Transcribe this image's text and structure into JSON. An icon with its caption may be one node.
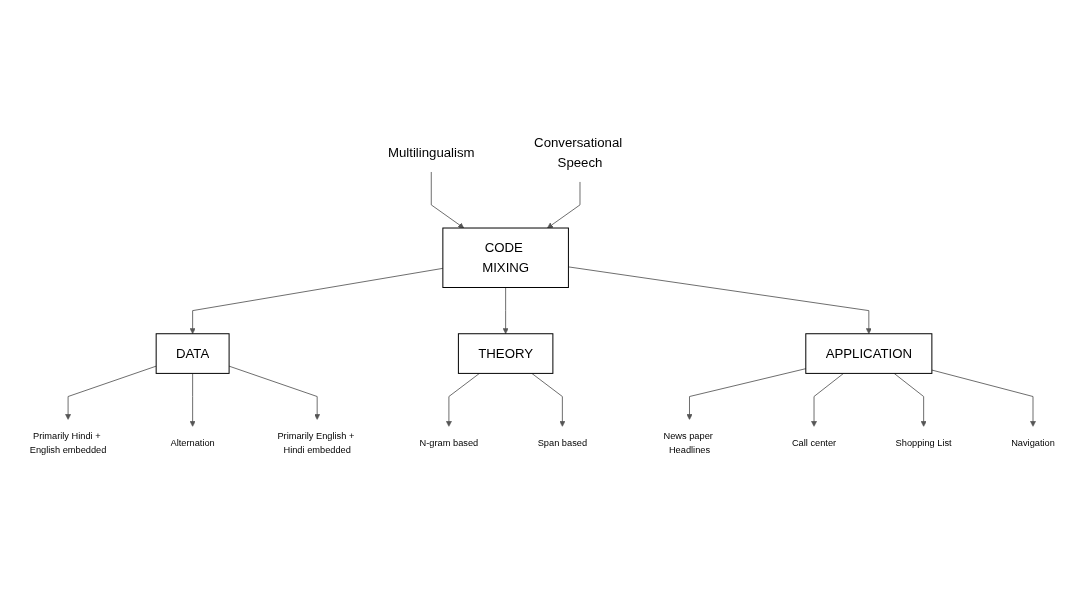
{
  "diagram": {
    "nodes": [
      {
        "text": [
          "Multilingualism"
        ]
      },
      {
        "text": [
          "Conversational Speech"
        ]
      },
      {
        "text": [
          "CODE MIXING"
        ]
      },
      {
        "text": [
          "DATA"
        ]
      },
      {
        "text": [
          "THEORY"
        ]
      },
      {
        "text": [
          "APPLICATION"
        ]
      },
      {
        "text": [
          "Primarily Hindi + English embedded"
        ]
      },
      {
        "text": [
          "Alternation"
        ]
      },
      {
        "text": [
          "Primarily English + Hindi embedded"
        ]
      },
      {
        "text": [
          "N-gram based"
        ]
      },
      {
        "text": [
          "Span based"
        ]
      },
      {
        "text": [
          "News paper Headlines"
        ]
      },
      {
        "text": [
          "Call center"
        ]
      },
      {
        "text": [
          "Shopping List"
        ]
      },
      {
        "text": [
          "Navigation"
        ]
      }
    ],
    "edges": [
      {
        "from": 0,
        "to": 2,
        "arrow": "to"
      },
      {
        "from": 1,
        "to": 2,
        "arrow": "to"
      },
      {
        "from": 2,
        "to": 3,
        "arrow": "to"
      },
      {
        "from": 2,
        "to": 4,
        "arrow": "to"
      },
      {
        "from": 2,
        "to": 5,
        "arrow": "to"
      },
      {
        "from": 3,
        "to": 6,
        "arrow": "to"
      },
      {
        "from": 3,
        "to": 7,
        "arrow": "to"
      },
      {
        "from": 3,
        "to": 8,
        "arrow": "to"
      },
      {
        "from": 4,
        "to": 9,
        "arrow": "to"
      },
      {
        "from": 4,
        "to": 10,
        "arrow": "to"
      },
      {
        "from": 5,
        "to": 11,
        "arrow": "to"
      },
      {
        "from": 5,
        "to": 12,
        "arrow": "to"
      },
      {
        "from": 5,
        "to": 13,
        "arrow": "to"
      },
      {
        "from": 5,
        "to": 14,
        "arrow": "to"
      }
    ]
  }
}
